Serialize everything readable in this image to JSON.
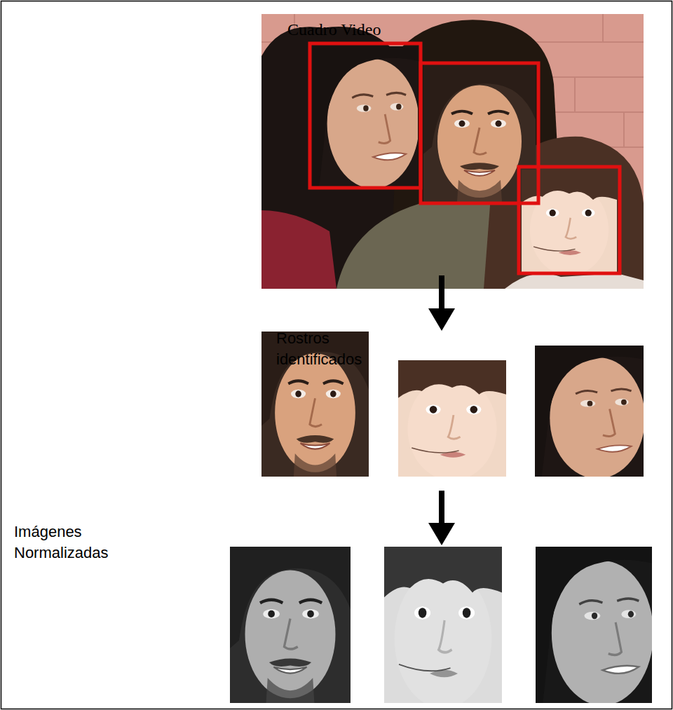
{
  "diagram": {
    "labels": [
      "Cuadro Video",
      "Rostros identificados",
      "Imágenes Normalizadas"
    ]
  }
}
